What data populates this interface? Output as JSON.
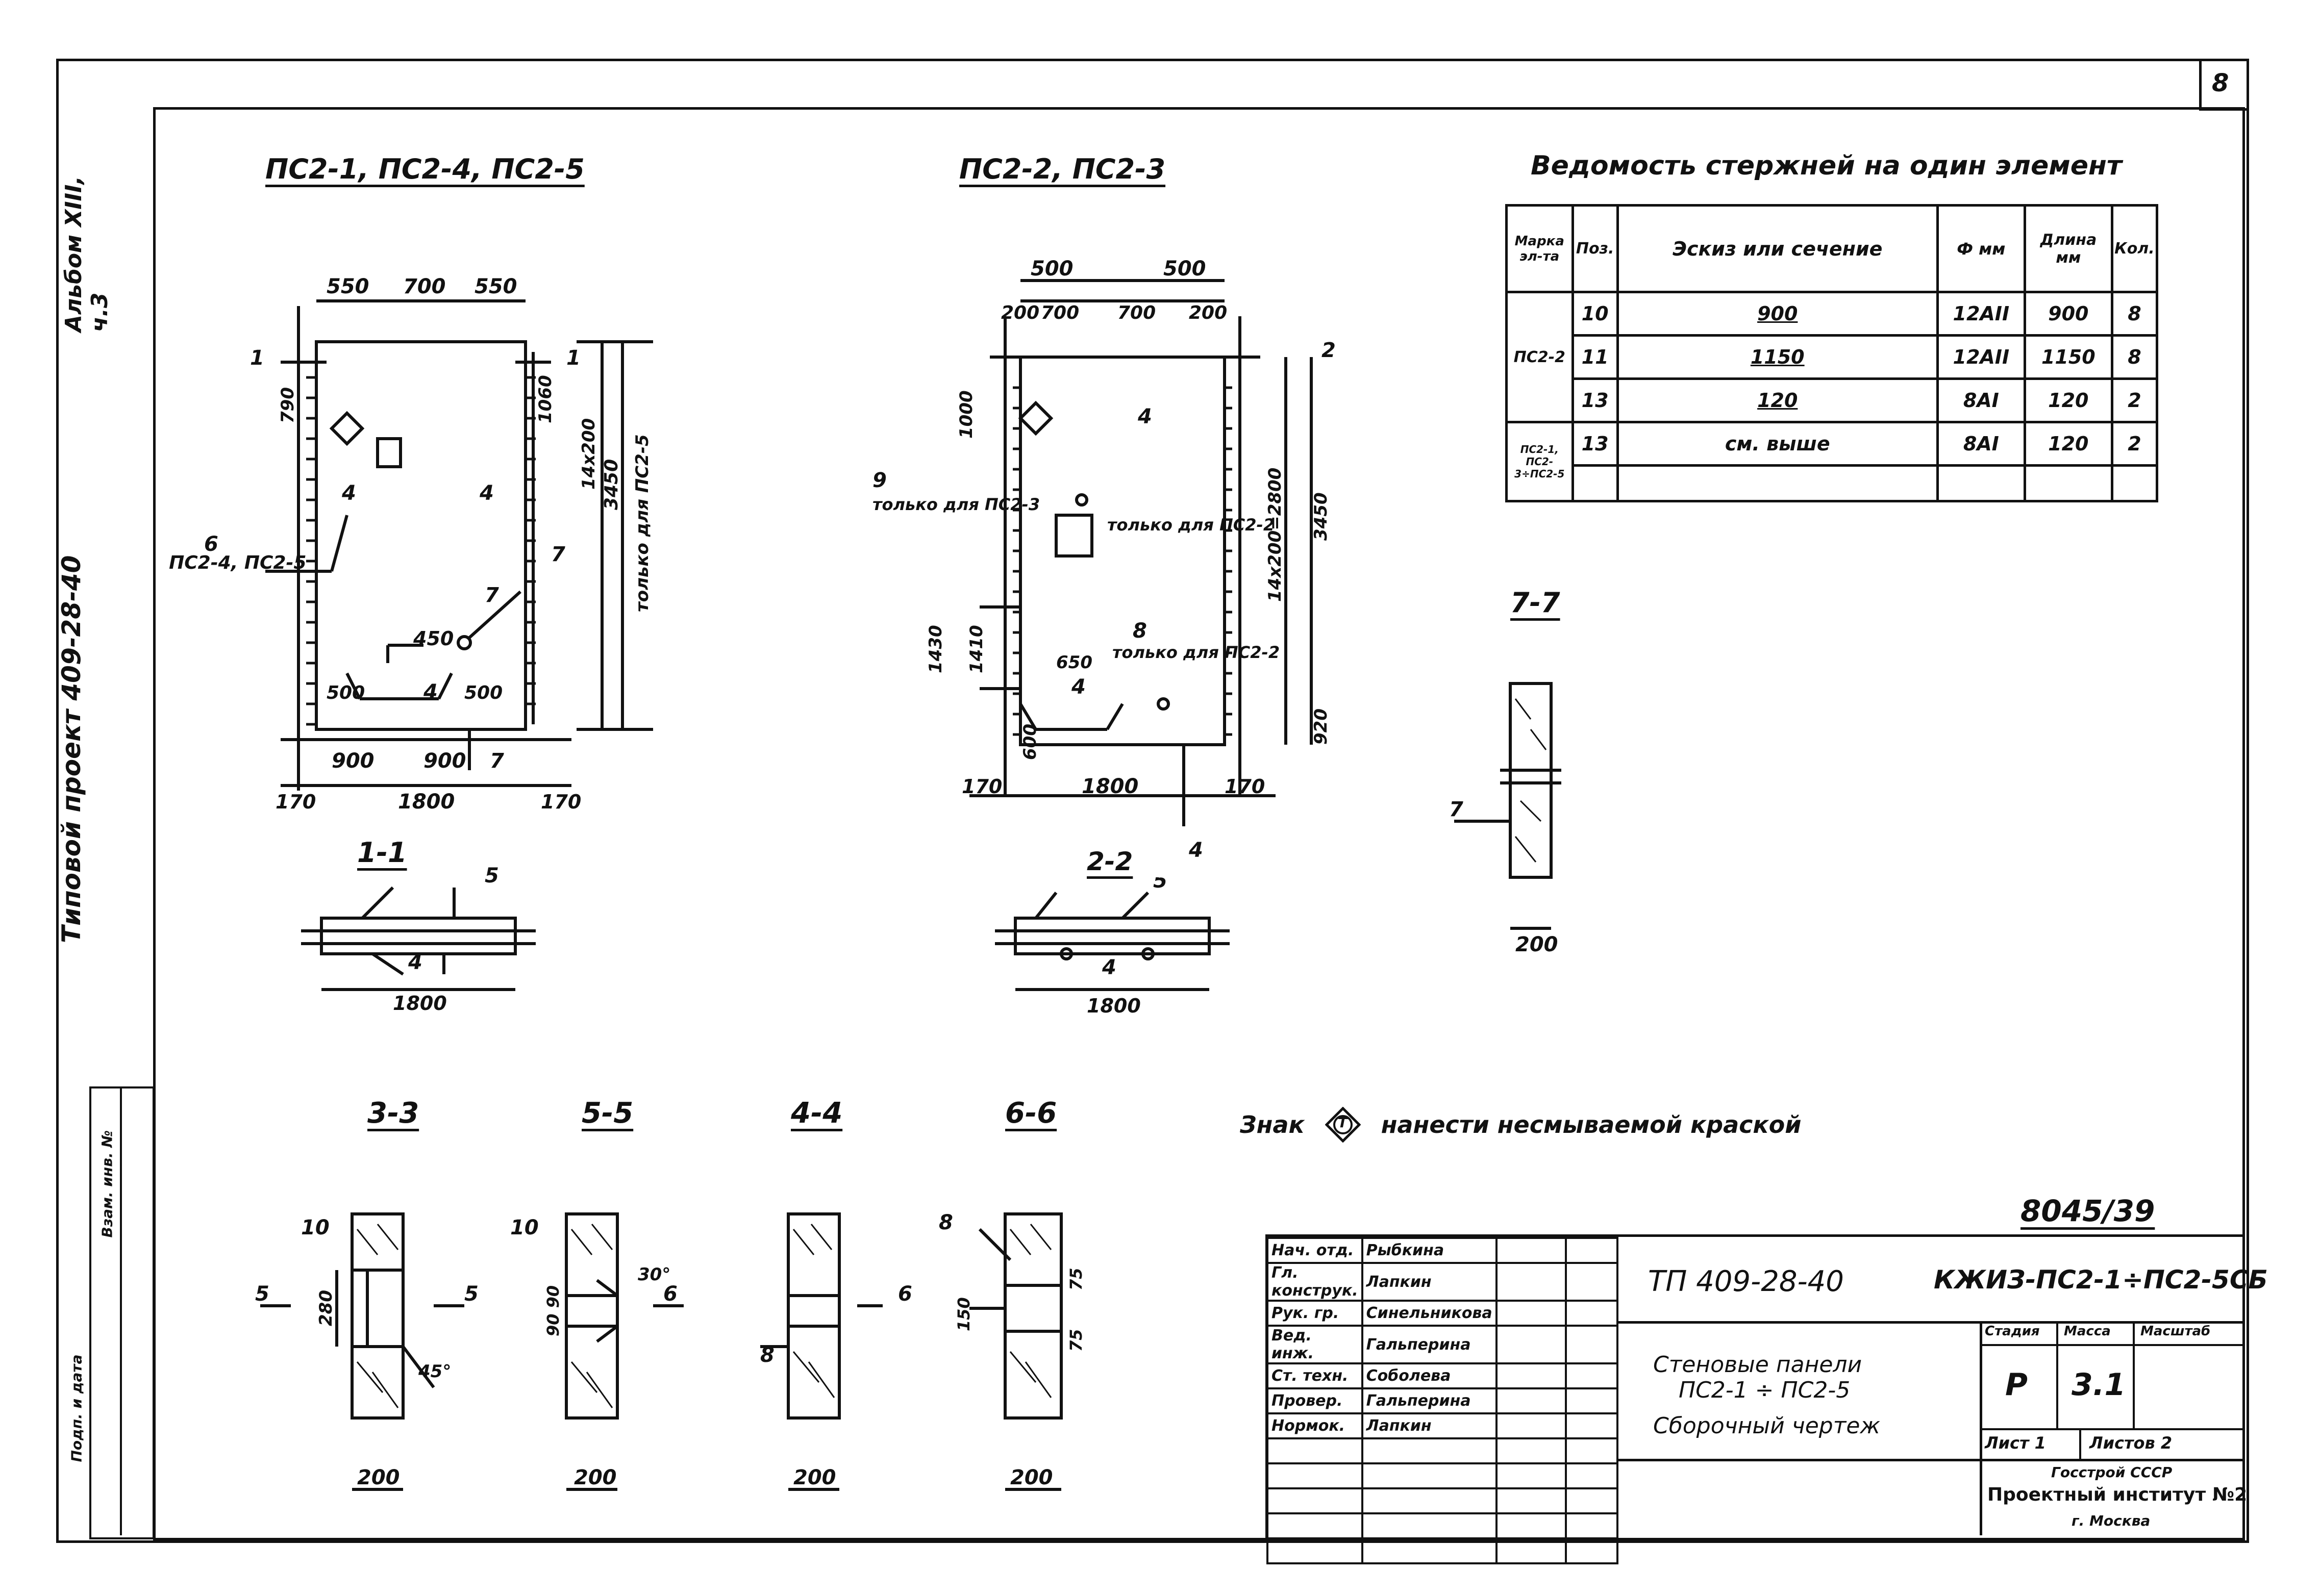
{
  "sheet": {
    "page_number": "8",
    "album": "Альбом XIII, ч.3",
    "project": "Типовой проект 409-28-40",
    "archive_code": "8045/39"
  },
  "drawings": {
    "left_title": "ПС2-1, ПС2-4, ПС2-5",
    "middle_title": "ПС2-2, ПС2-3",
    "sections": {
      "s11": "1-1",
      "s22": "2-2",
      "s33": "3-3",
      "s55": "5-5",
      "s44": "4-4",
      "s66": "6-6",
      "s77": "7-7"
    },
    "left_panel": {
      "dims_top": [
        "550",
        "700",
        "550"
      ],
      "dims_bottom": [
        "900",
        "900"
      ],
      "width_total": "1800",
      "offset": "170",
      "note_6": "для ПС2-4, ПС2-5",
      "note_7": "только для ПС2-5",
      "height_total": "3450",
      "rebar_spacing": "14х200",
      "d450": "450",
      "d500a": "500",
      "d500b": "500",
      "d790": "790",
      "d1060": "1060"
    },
    "middle_panel": {
      "dims_top_a": [
        "500",
        "500"
      ],
      "dims_top_b": [
        "200",
        "700",
        "700",
        "200"
      ],
      "width_total": "1800",
      "offset": "170",
      "note_9": "только для ПС2-3",
      "note_9b": "только для ПС2-2",
      "note_8": "только для ПС2-2",
      "height_total": "3450",
      "rebar_spacing": "14х200=2800",
      "d1000": "1000",
      "d1430": "1430",
      "d1410": "1410",
      "d650": "650",
      "d600": "600",
      "d920": "920"
    },
    "section_dims": {
      "w200": "200",
      "d280": "280",
      "a45": "45°",
      "a30": "30°",
      "d9090": "90 90",
      "d150": "150",
      "d75a": "75",
      "d75b": "75"
    },
    "sign_note_prefix": "Знак",
    "sign_symbol": "Т",
    "sign_note_suffix": "нанести несмываемой краской"
  },
  "bom": {
    "title": "Ведомость стержней на один элемент",
    "headers": [
      "Марка эл-та",
      "Поз.",
      "Эскиз или сечение",
      "Ф мм",
      "Длина мм",
      "Кол."
    ],
    "group1_mark": "ПС2-2",
    "group2_mark": "ПС2-1, ПС2-3÷ПС2-5",
    "rows": [
      {
        "pos": "10",
        "sketch": "900",
        "dia": "12AII",
        "len": "900",
        "qty": "8"
      },
      {
        "pos": "11",
        "sketch": "1150",
        "dia": "12AII",
        "len": "1150",
        "qty": "8"
      },
      {
        "pos": "13",
        "sketch": "120",
        "dia": "8AI",
        "len": "120",
        "qty": "2"
      },
      {
        "pos": "13",
        "sketch": "см. выше",
        "dia": "8AI",
        "len": "120",
        "qty": "2"
      }
    ]
  },
  "title_block": {
    "roles": [
      "Нач. отд.",
      "Гл. конструк.",
      "Рук. гр.",
      "Вед. инж.",
      "Ст. техн.",
      "Провер.",
      "Нормок."
    ],
    "names": [
      "Рыбкина",
      "Лапкин",
      "Синельникова",
      "Гальперина",
      "Соболева",
      "Гальперина",
      "Лапкин"
    ],
    "doc_number": "ТП 409-28-40",
    "doc_code": "КЖИЗ-ПС2-1÷ПС2-5СБ",
    "title_line1": "Стеновые панели",
    "title_line2": "ПС2-1 ÷ ПС2-5",
    "title_line3": "Сборочный чертеж",
    "stage_label": "Стадия",
    "mass_label": "Масса",
    "scale_label": "Масштаб",
    "stage": "Р",
    "mass": "3.1",
    "sheet": "Лист 1",
    "sheets": "Листов 2",
    "org1": "Госстрой СССР",
    "org2": "Проектный институт №2",
    "org3": "г. Москва"
  },
  "left_margin": {
    "stamp_a": "Взам. инв. №",
    "stamp_b": "Подп. и дата"
  }
}
